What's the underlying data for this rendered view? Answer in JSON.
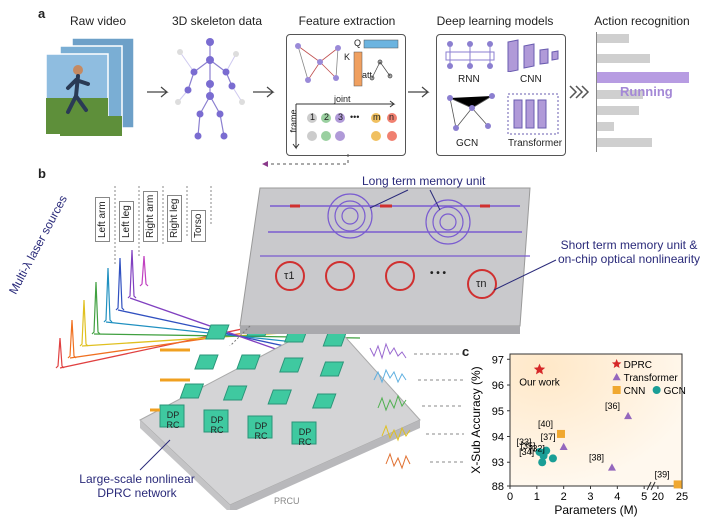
{
  "panel_a": {
    "letter": "a",
    "stages": {
      "raw_video": "Raw video",
      "skeleton": "3D skeleton data",
      "feature": "Feature extraction",
      "deep": "Deep learning models",
      "action": "Action recognition"
    },
    "feature_box": {
      "q": "Q",
      "k": "K",
      "att": "att",
      "joint": "joint",
      "frame": "frame",
      "row1": [
        "1",
        "2",
        "3",
        "•••",
        "m",
        "n"
      ]
    },
    "models": [
      "RNN",
      "CNN",
      "GCN",
      "Transformer"
    ],
    "action_result": "Running",
    "action_bars": [
      0.38,
      0.58,
      1.0,
      0.52,
      0.46,
      0.18,
      0.6
    ]
  },
  "panel_b": {
    "letter": "b",
    "body_parts": [
      "Left arm",
      "Left leg",
      "Right arm",
      "Right leg",
      "Torso"
    ],
    "laser_label": "Multi-λ laser sources",
    "long_term": "Long term memory unit",
    "short_term": "Short term memory unit & on-chip optical nonlinearity",
    "tau1": "τ1",
    "taun": "τn",
    "dots": "• • •",
    "network_label": "Large-scale nonlinear DPRC network",
    "node_label": "DP RC",
    "chip_label": "PRCU"
  },
  "panel_c": {
    "letter": "c",
    "legend": [
      {
        "name": "DPRC",
        "marker": "star",
        "color": "#d62728"
      },
      {
        "name": "Transformer",
        "marker": "triangle",
        "color": "#9467bd"
      },
      {
        "name": "CNN",
        "marker": "square",
        "color": "#f0a830"
      },
      {
        "name": "GCN",
        "marker": "circle",
        "color": "#1a9e96"
      }
    ],
    "our_work": "Our work",
    "chart_data": {
      "type": "scatter",
      "xlabel": "Parameters (M)",
      "ylabel": "X-Sub Accuracy (%)",
      "xticks": [
        "0",
        "1",
        "2",
        "3",
        "4",
        "5",
        "20",
        "25"
      ],
      "yticks": [
        "88",
        "93",
        "94",
        "95",
        "96",
        "97"
      ],
      "points": [
        {
          "series": "DPRC",
          "x": 1.1,
          "y": 96.6,
          "label": ""
        },
        {
          "series": "CNN",
          "x": 1.9,
          "y": 94.1,
          "label": "[40]"
        },
        {
          "series": "CNN",
          "x": 24.1,
          "y": 88.4,
          "label": "[39]"
        },
        {
          "series": "Transformer",
          "x": 2.0,
          "y": 93.6,
          "label": "[37]"
        },
        {
          "series": "Transformer",
          "x": 3.8,
          "y": 92.8,
          "label": "[38]"
        },
        {
          "series": "Transformer",
          "x": 4.4,
          "y": 94.8,
          "label": "[36]"
        },
        {
          "series": "GCN",
          "x": 1.1,
          "y": 93.4,
          "label": "[33]"
        },
        {
          "series": "GCN",
          "x": 1.25,
          "y": 93.25,
          "label": "[35]"
        },
        {
          "series": "GCN",
          "x": 1.35,
          "y": 93.45,
          "label": ""
        },
        {
          "series": "GCN",
          "x": 1.6,
          "y": 93.15,
          "label": "[32]"
        },
        {
          "series": "GCN",
          "x": 1.2,
          "y": 93.0,
          "label": "[34]"
        }
      ]
    }
  }
}
